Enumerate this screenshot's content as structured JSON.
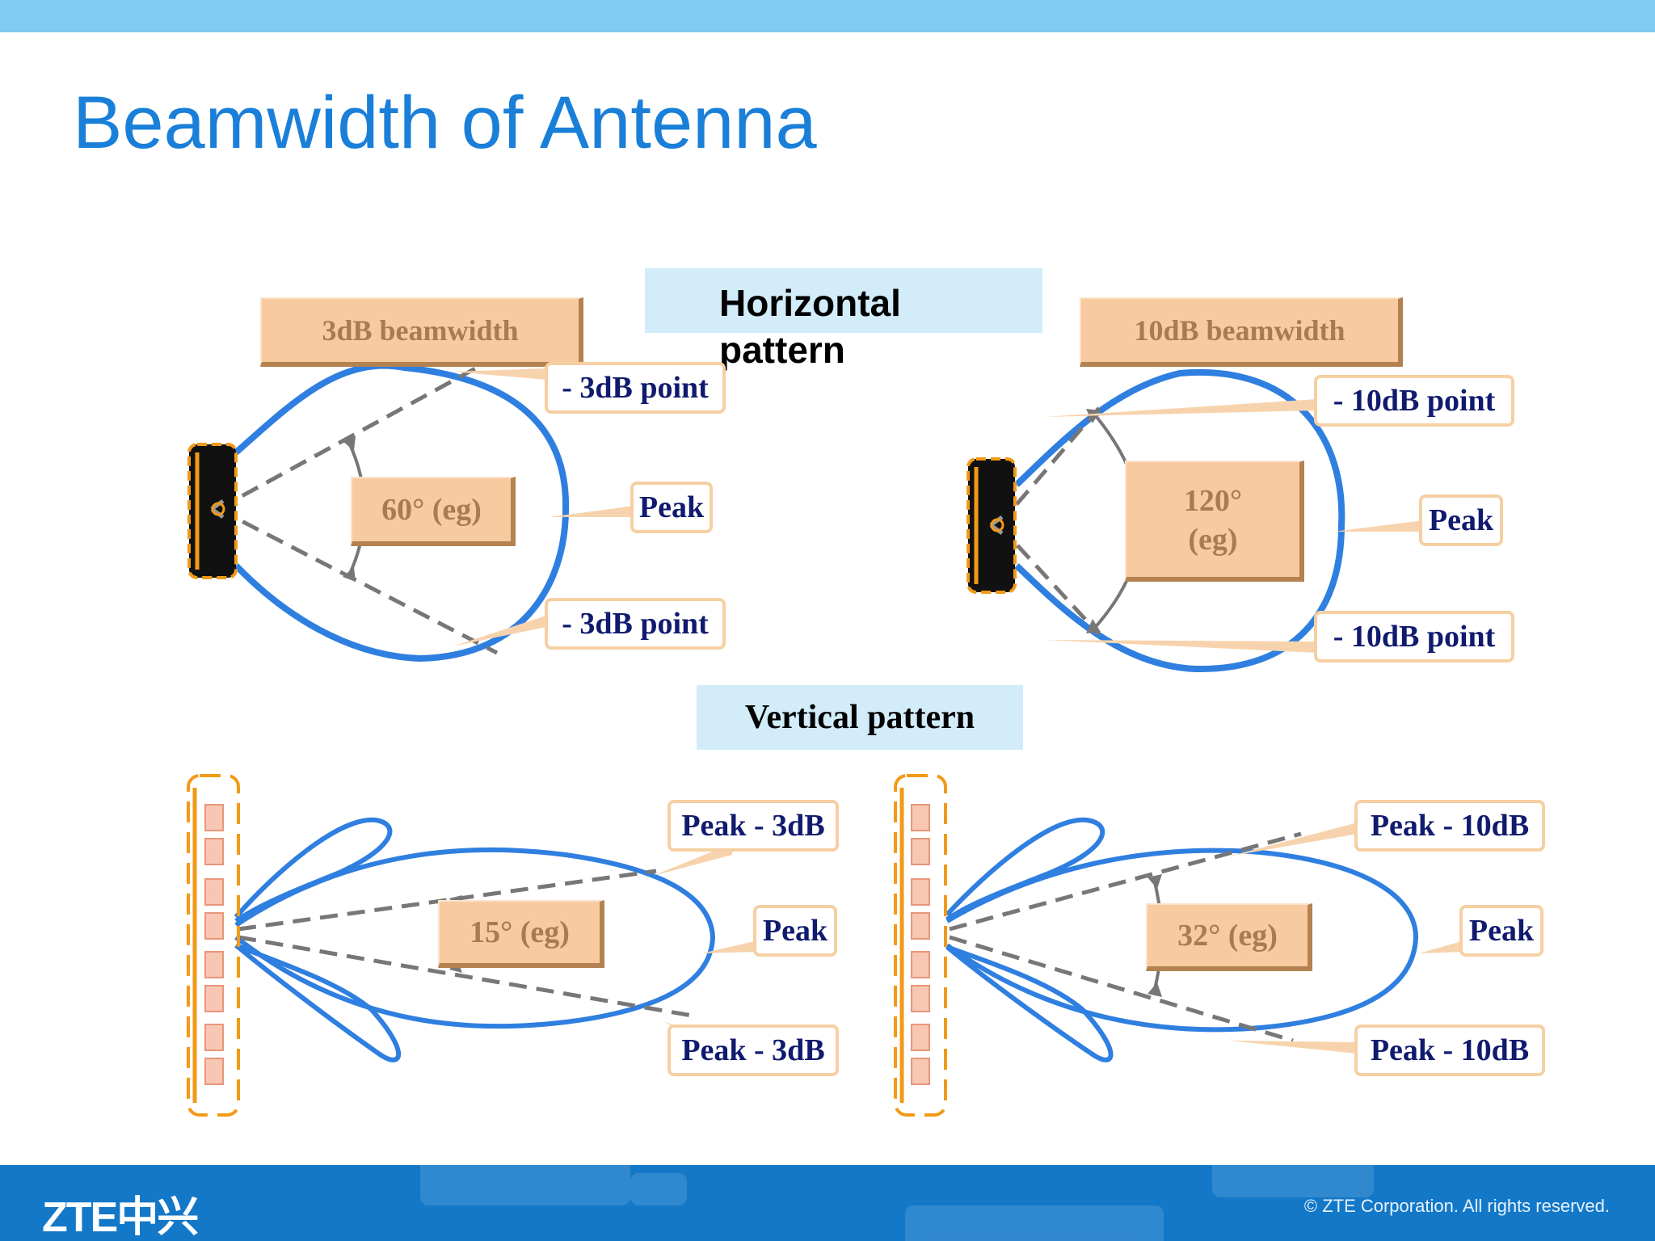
{
  "title": "Beamwidth of Antenna",
  "horizontal_label": {
    "line1": "Horizontal",
    "line2": "pattern"
  },
  "vertical_label": "Vertical pattern",
  "h_left": {
    "header": "3dB  beamwidth",
    "angle": "60° (eg)",
    "callout_top": "- 3dB point",
    "callout_peak": "Peak",
    "callout_bottom": "- 3dB point"
  },
  "h_right": {
    "header": "10dB  beamwidth",
    "angle_line1": "120°",
    "angle_line2": "(eg)",
    "callout_top": "- 10dB point",
    "callout_peak": "Peak",
    "callout_bottom": "- 10dB point"
  },
  "v_left": {
    "angle": "15° (eg)",
    "callout_top": "Peak - 3dB",
    "callout_peak": "Peak",
    "callout_bottom": "Peak - 3dB"
  },
  "v_right": {
    "angle": "32° (eg)",
    "callout_top": "Peak - 10dB",
    "callout_peak": "Peak",
    "callout_bottom": "Peak - 10dB"
  },
  "footer": {
    "logo": "ZTE中兴",
    "copyright": "© ZTE Corporation. All rights reserved."
  },
  "colors": {
    "title": "#1a7fd8",
    "lobe": "#2f7fe0",
    "antenna": "#f29a17",
    "callout_text": "#101a6e",
    "label_bg": "#d2ecfa"
  }
}
